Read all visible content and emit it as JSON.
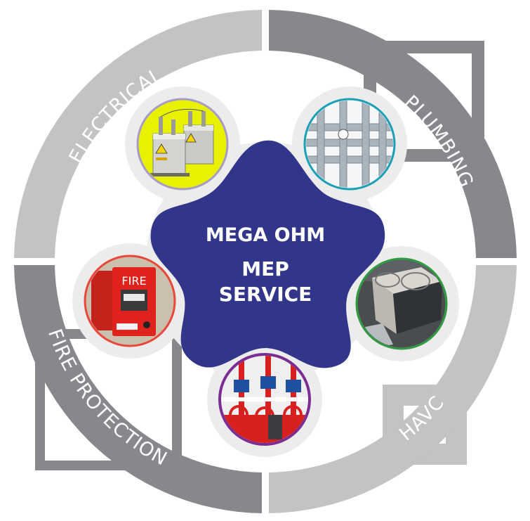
{
  "diagram": {
    "title_line1": "MEGA OHM",
    "title_line2": "MEP",
    "title_line3": "SERVICE",
    "colors": {
      "center_blob": "#32368a",
      "backdrop": "#ececec",
      "ring_light": "#c2c3c5",
      "ring_dark": "#87888c",
      "label_text": "#ffffff"
    },
    "segments": [
      {
        "id": "electrical",
        "label": "ELECTRICAL",
        "ring_color": "#c2c3c5",
        "icon": "transformer-icon",
        "circle_border": "#a99bc8",
        "circle_fill": "#e8f200"
      },
      {
        "id": "plumbing",
        "label": "PLUMBING",
        "ring_color": "#87888c",
        "icon": "pipes-icon",
        "circle_border": "#1aa0b5",
        "circle_fill": "#f4f6f8"
      },
      {
        "id": "hvac",
        "label": "HAVC",
        "ring_color": "#c2c3c5",
        "icon": "ac-unit-icon",
        "circle_border": "#2e9b3f",
        "circle_fill": "#5d6064"
      },
      {
        "id": "fire_protection",
        "label": "FIRE PROTECTION",
        "ring_color": "#87888c",
        "icon": "fire-alarm-icon",
        "circle_border": "#e8473a",
        "circle_fill": "#cbbfae"
      },
      {
        "id": "fire_sprinkler",
        "label": "",
        "ring_color": "",
        "icon": "sprinkler-valves-icon",
        "circle_border": "#7b2d91",
        "circle_fill": "#efefef"
      }
    ],
    "fire_alarm_text": "FIRE"
  }
}
